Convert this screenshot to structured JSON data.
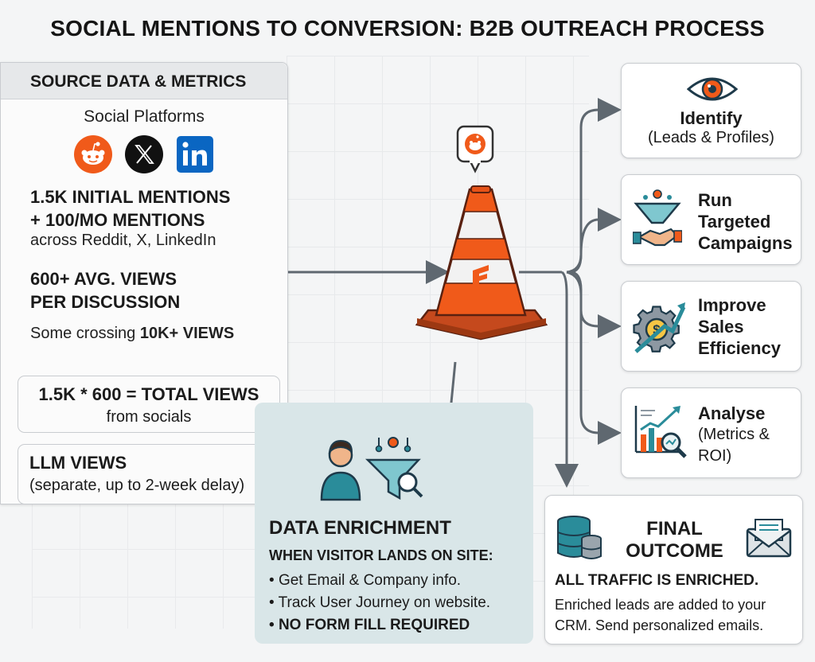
{
  "title": "SOCIAL MENTIONS TO CONVERSION: B2B OUTREACH PROCESS",
  "source": {
    "header": "SOURCE DATA & METRICS",
    "platforms_label": "Social Platforms",
    "platform_icons": [
      "reddit-icon",
      "x-icon",
      "linkedin-icon"
    ],
    "mentions_line1": "1.5K INITIAL MENTIONS",
    "mentions_line2": "+ 100/MO MENTIONS",
    "mentions_sub": "across Reddit, X, LinkedIn",
    "views_line1": "600+ AVG. VIEWS",
    "views_line2": "PER DISCUSSION",
    "crossing_prefix": "Some crossing ",
    "crossing_bold": "10K+ VIEWS",
    "total_line1": "1.5K * 600 = TOTAL VIEWS",
    "total_line2": "from socials",
    "llm_line1": "LLM VIEWS",
    "llm_line2": "(separate, up to 2-week delay)"
  },
  "enrichment": {
    "title": "DATA ENRICHMENT",
    "subtitle": "WHEN VISITOR LANDS ON SITE:",
    "items": [
      "Get Email & Company info.",
      "Track User Journey on website.",
      "NO FORM FILL REQUIRED"
    ]
  },
  "outputs": [
    {
      "title": "Identify",
      "sub": "(Leads & Profiles)",
      "icon": "eye-icon"
    },
    {
      "lines": [
        "Run",
        "Targeted",
        "Campaigns"
      ],
      "icon": "funnel-handshake-icon"
    },
    {
      "lines": [
        "Improve",
        "Sales",
        "Efficiency"
      ],
      "icon": "gear-dollar-icon"
    },
    {
      "lines": [
        "Analyse"
      ],
      "sub_lines": [
        "(Metrics &",
        "ROI)"
      ],
      "icon": "chart-magnifier-icon"
    }
  ],
  "final": {
    "title_line1": "FINAL",
    "title_line2": "OUTCOME",
    "bold": "ALL TRAFFIC IS ENRICHED.",
    "text": "Enriched leads are added to your CRM. Send personalized emails."
  },
  "colors": {
    "accent_orange": "#f05a1a",
    "arrow_gray": "#5f6870",
    "enrich_bg": "#d9e6e8",
    "teal": "#2a8c9a"
  }
}
